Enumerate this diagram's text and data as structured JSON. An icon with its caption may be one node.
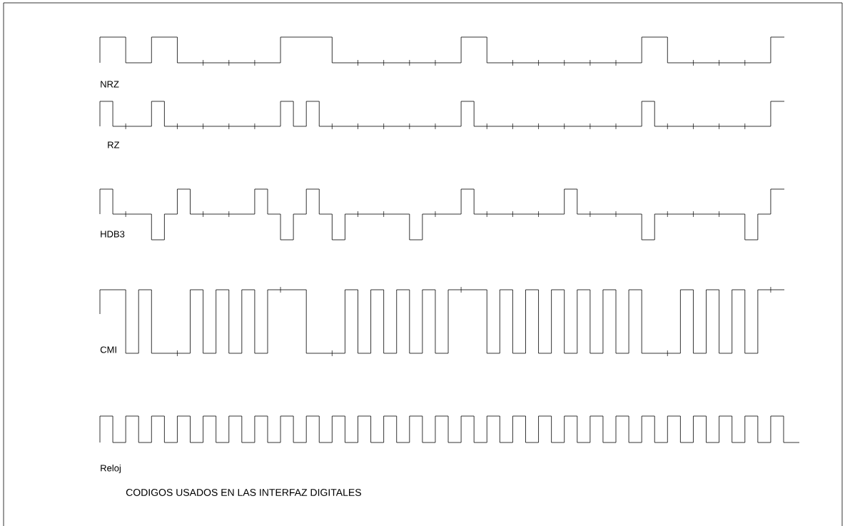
{
  "diagram": {
    "caption": "CODIGOS USADOS EN LAS INTERFAZ DIGITALES",
    "labels": [
      "NRZ",
      "RZ",
      "HDB3",
      "CMI",
      "Reloj"
    ]
  }
}
